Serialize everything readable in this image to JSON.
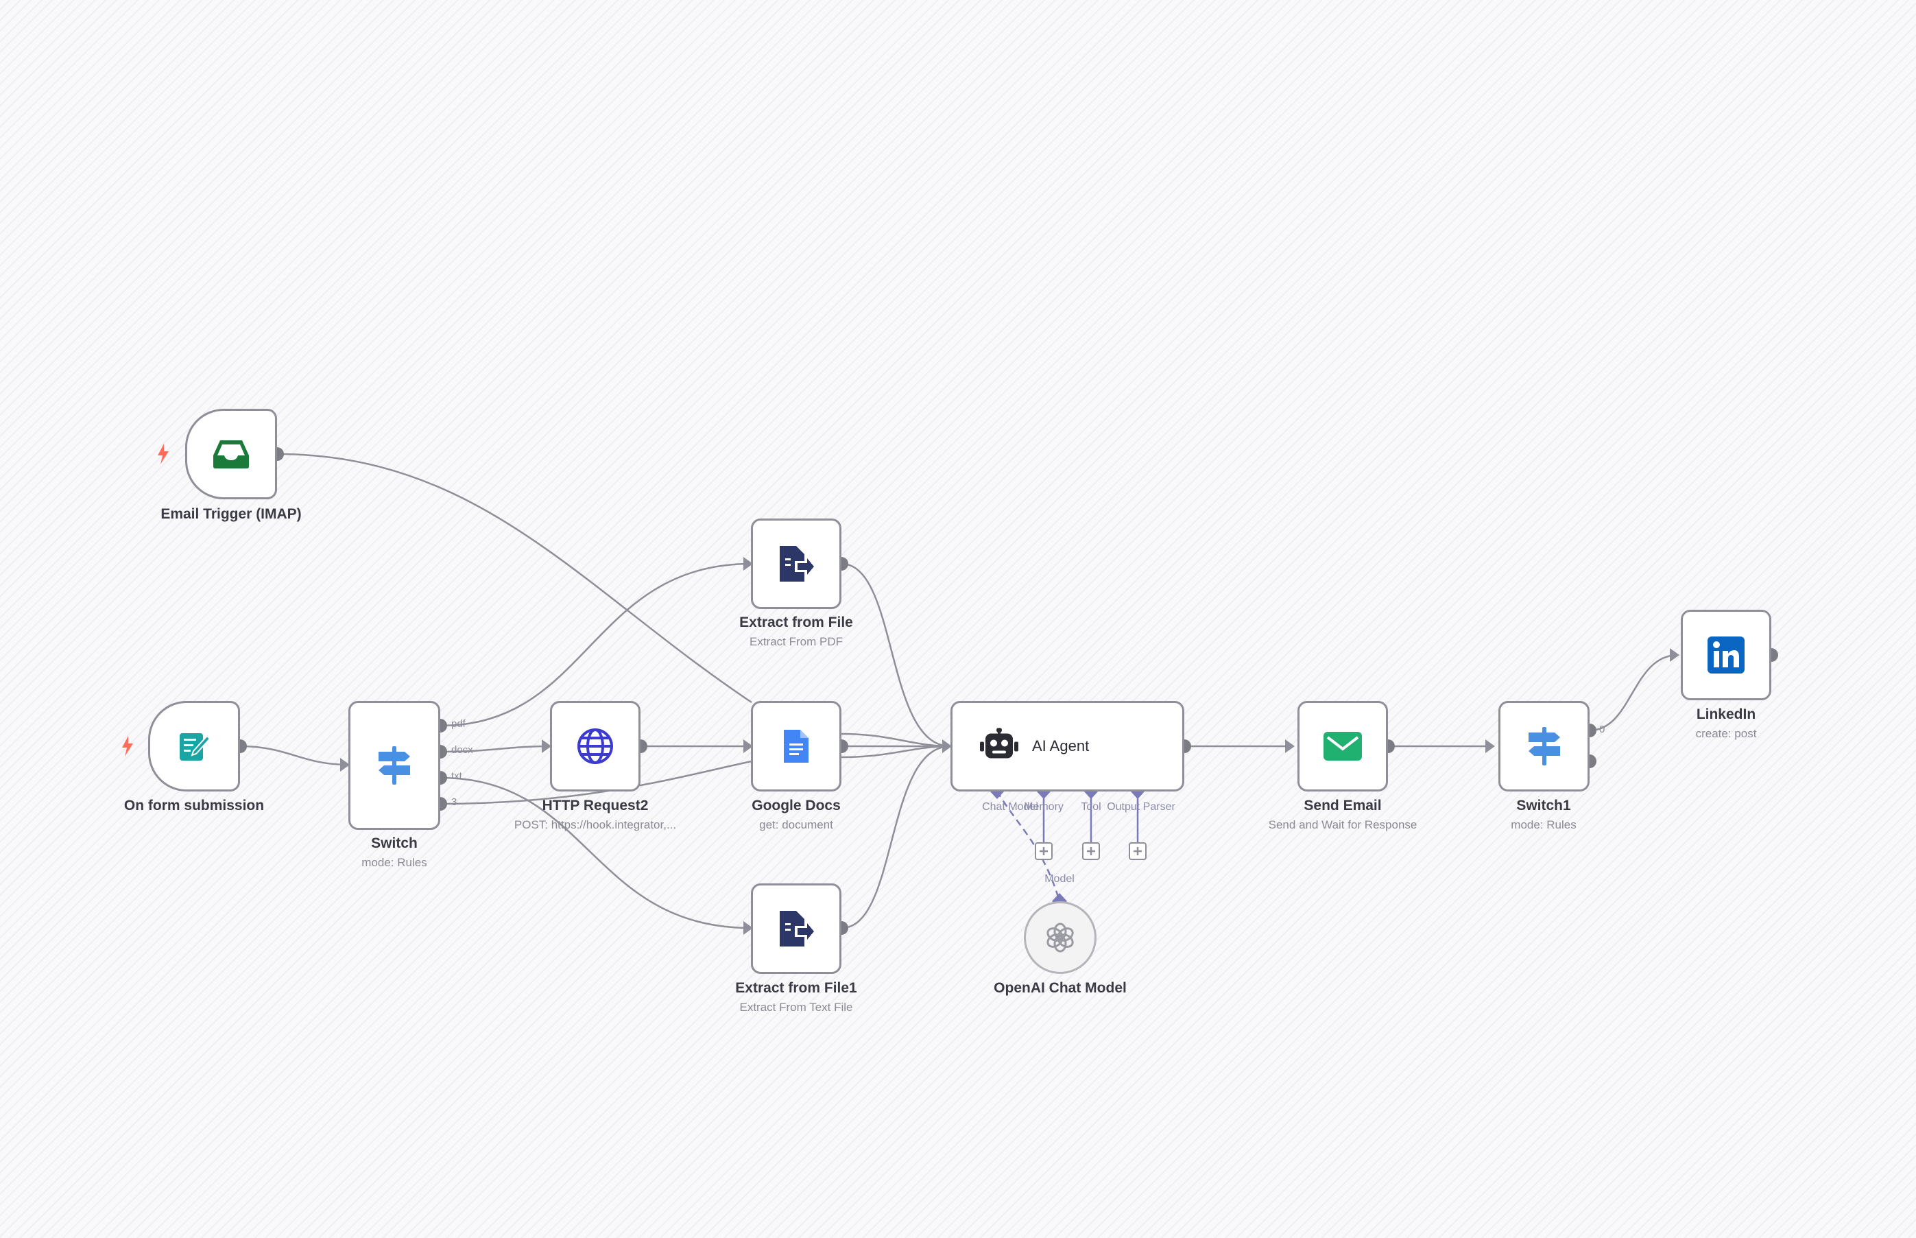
{
  "canvas": {
    "colors": {
      "edge": "#8f8f99",
      "port": "#7c7c85",
      "sub_port": "#7a7ab8",
      "trigger_bolt": "#ff6d5a"
    }
  },
  "nodes": {
    "email_trigger": {
      "title": "Email Trigger (IMAP)",
      "icon": "inbox-icon",
      "color": "#1a7a3a"
    },
    "form_trigger": {
      "title": "On form submission",
      "icon": "form-icon",
      "color": "#1aa4a4"
    },
    "switch": {
      "title": "Switch",
      "subtitle": "mode: Rules",
      "icon": "signpost-icon",
      "color": "#4a90e2",
      "outputs": [
        "pdf",
        "docx",
        "txt",
        "3"
      ]
    },
    "http_request": {
      "title": "HTTP Request2",
      "subtitle": "POST: https://hook.integrator,...",
      "icon": "globe-icon",
      "color": "#3b3bcf"
    },
    "extract_from_file": {
      "title": "Extract from File",
      "subtitle": "Extract From PDF",
      "icon": "file-export-icon",
      "color": "#2c3768"
    },
    "google_docs": {
      "title": "Google Docs",
      "subtitle": "get: document",
      "icon": "google-docs-icon",
      "color": "#4285f4"
    },
    "extract_from_file1": {
      "title": "Extract from File1",
      "subtitle": "Extract From Text File",
      "icon": "file-export-icon",
      "color": "#2c3768"
    },
    "ai_agent": {
      "title": "AI Agent",
      "icon": "robot-icon",
      "color": "#2b2b33",
      "sub_inputs": [
        "Chat Model",
        "Memory",
        "Tool",
        "Output Parser"
      ]
    },
    "openai_model": {
      "title": "OpenAI Chat Model",
      "icon": "openai-icon",
      "port_label": "Model",
      "color": "#9a9aa2"
    },
    "send_email": {
      "title": "Send Email",
      "subtitle": "Send and Wait for Response",
      "icon": "envelope-icon",
      "color": "#20b070"
    },
    "switch1": {
      "title": "Switch1",
      "subtitle": "mode: Rules",
      "icon": "signpost-icon",
      "color": "#4a90e2",
      "outputs": [
        "0"
      ]
    },
    "linkedin": {
      "title": "LinkedIn",
      "subtitle": "create: post",
      "icon": "linkedin-icon",
      "color": "#0a66c2"
    }
  }
}
